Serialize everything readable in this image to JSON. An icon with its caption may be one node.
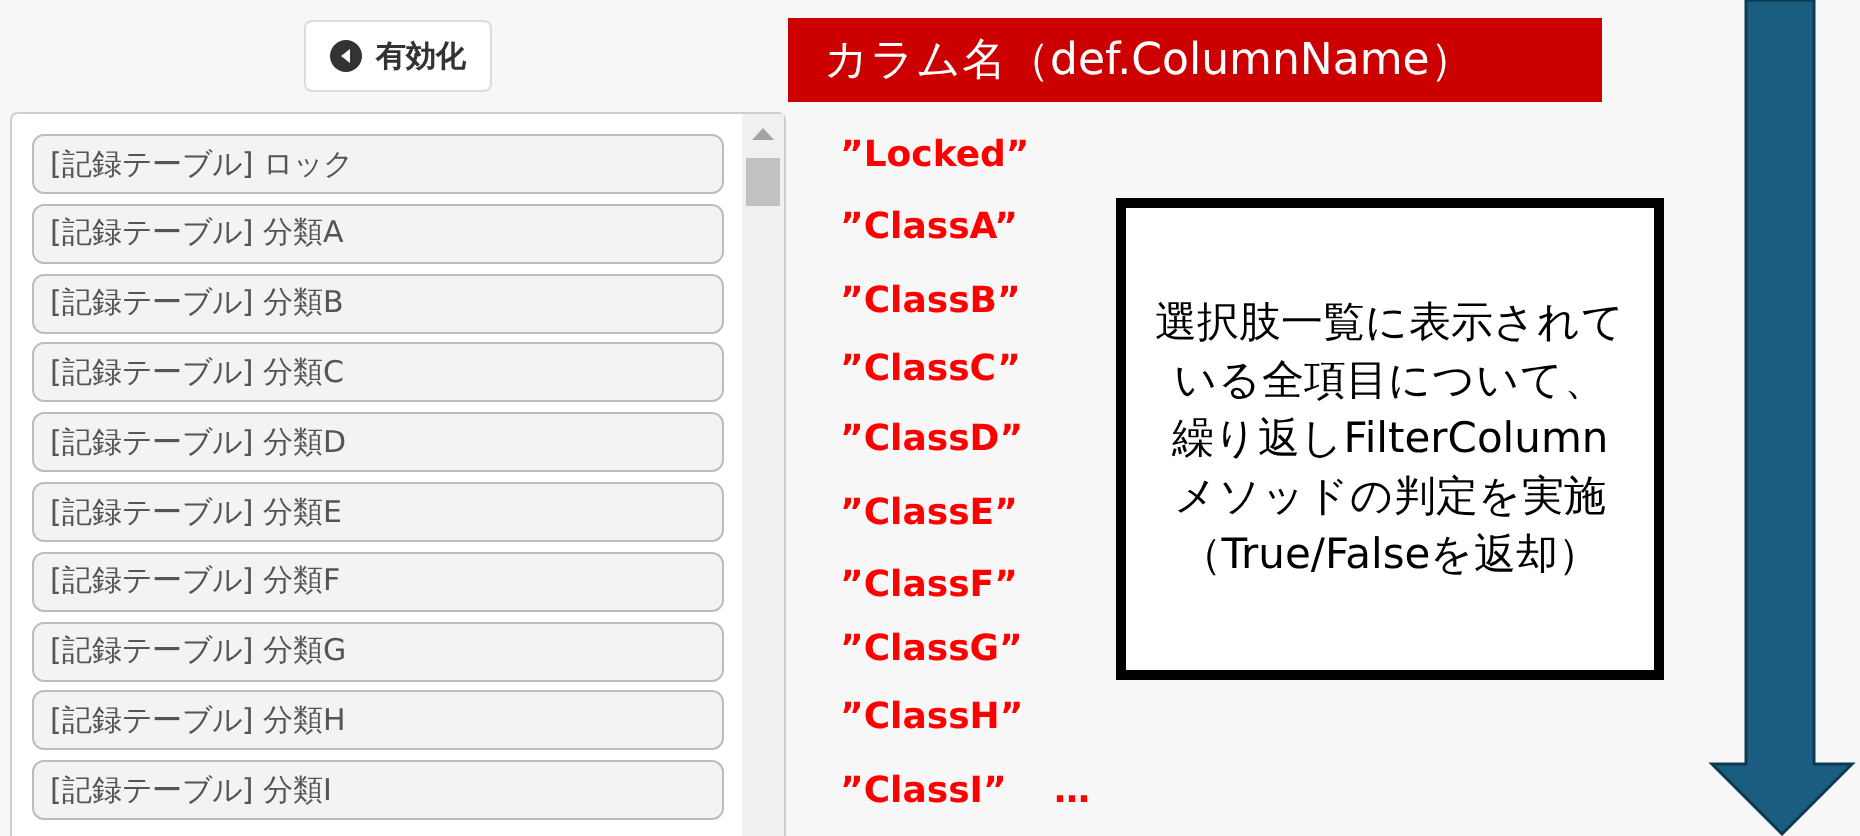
{
  "diagram": {
    "nodes": [
      {
        "text": [
          "有効化"
        ]
      },
      {
        "text": [],
        "shape": "box"
      },
      {
        "text": [
          "[記録テーブル] ロック"
        ],
        "in": 1
      },
      {
        "text": [
          "[記録テーブル] 分類A"
        ],
        "in": 1
      },
      {
        "text": [
          "[記録テーブル] 分類B"
        ],
        "in": 1
      },
      {
        "text": [
          "[記録テーブル] 分類C"
        ],
        "in": 1
      },
      {
        "text": [
          "[記録テーブル] 分類D"
        ],
        "in": 1
      },
      {
        "text": [
          "[記録テーブル] 分類E"
        ],
        "in": 1
      },
      {
        "text": [
          "[記録テーブル] 分類F"
        ],
        "in": 1
      },
      {
        "text": [
          "[記録テーブル] 分類G"
        ],
        "in": 1
      },
      {
        "text": [
          "[記録テーブル] 分類H"
        ],
        "in": 1
      },
      {
        "text": [
          "[記録テーブル] 分類I"
        ],
        "in": 1
      },
      {
        "text": [
          "カラム名（def.ColumnName）"
        ]
      },
      {
        "text": [
          "選択肢一覧に表示されている全項目について、繰り返しFilterColumnメソッドの判定を実施（True/Falseを返却）"
        ]
      }
    ],
    "labels": [
      "”Locked”",
      "”ClassA”",
      "”ClassB”",
      "”ClassC”",
      "”ClassD”",
      "”ClassE”",
      "”ClassF”",
      "”ClassG”",
      "”ClassH”",
      "”ClassI”",
      "…"
    ]
  }
}
